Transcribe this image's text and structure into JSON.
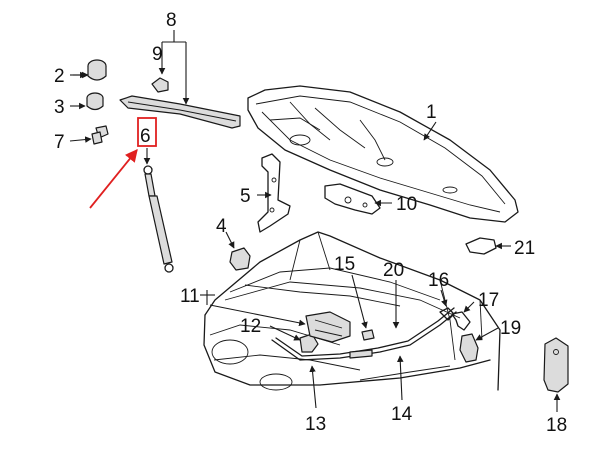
{
  "callouts": {
    "c1": "1",
    "c2": "2",
    "c3": "3",
    "c4": "4",
    "c5": "5",
    "c6": "6",
    "c7": "7",
    "c8": "8",
    "c9": "9",
    "c10": "10",
    "c11": "11",
    "c12": "12",
    "c13": "13",
    "c14": "14",
    "c15": "15",
    "c16": "16",
    "c17": "17",
    "c18": "18",
    "c19": "19",
    "c20": "20",
    "c21": "21"
  },
  "colors": {
    "highlight": "#e02020",
    "ink": "#1a1a1a",
    "background": "#ffffff"
  }
}
